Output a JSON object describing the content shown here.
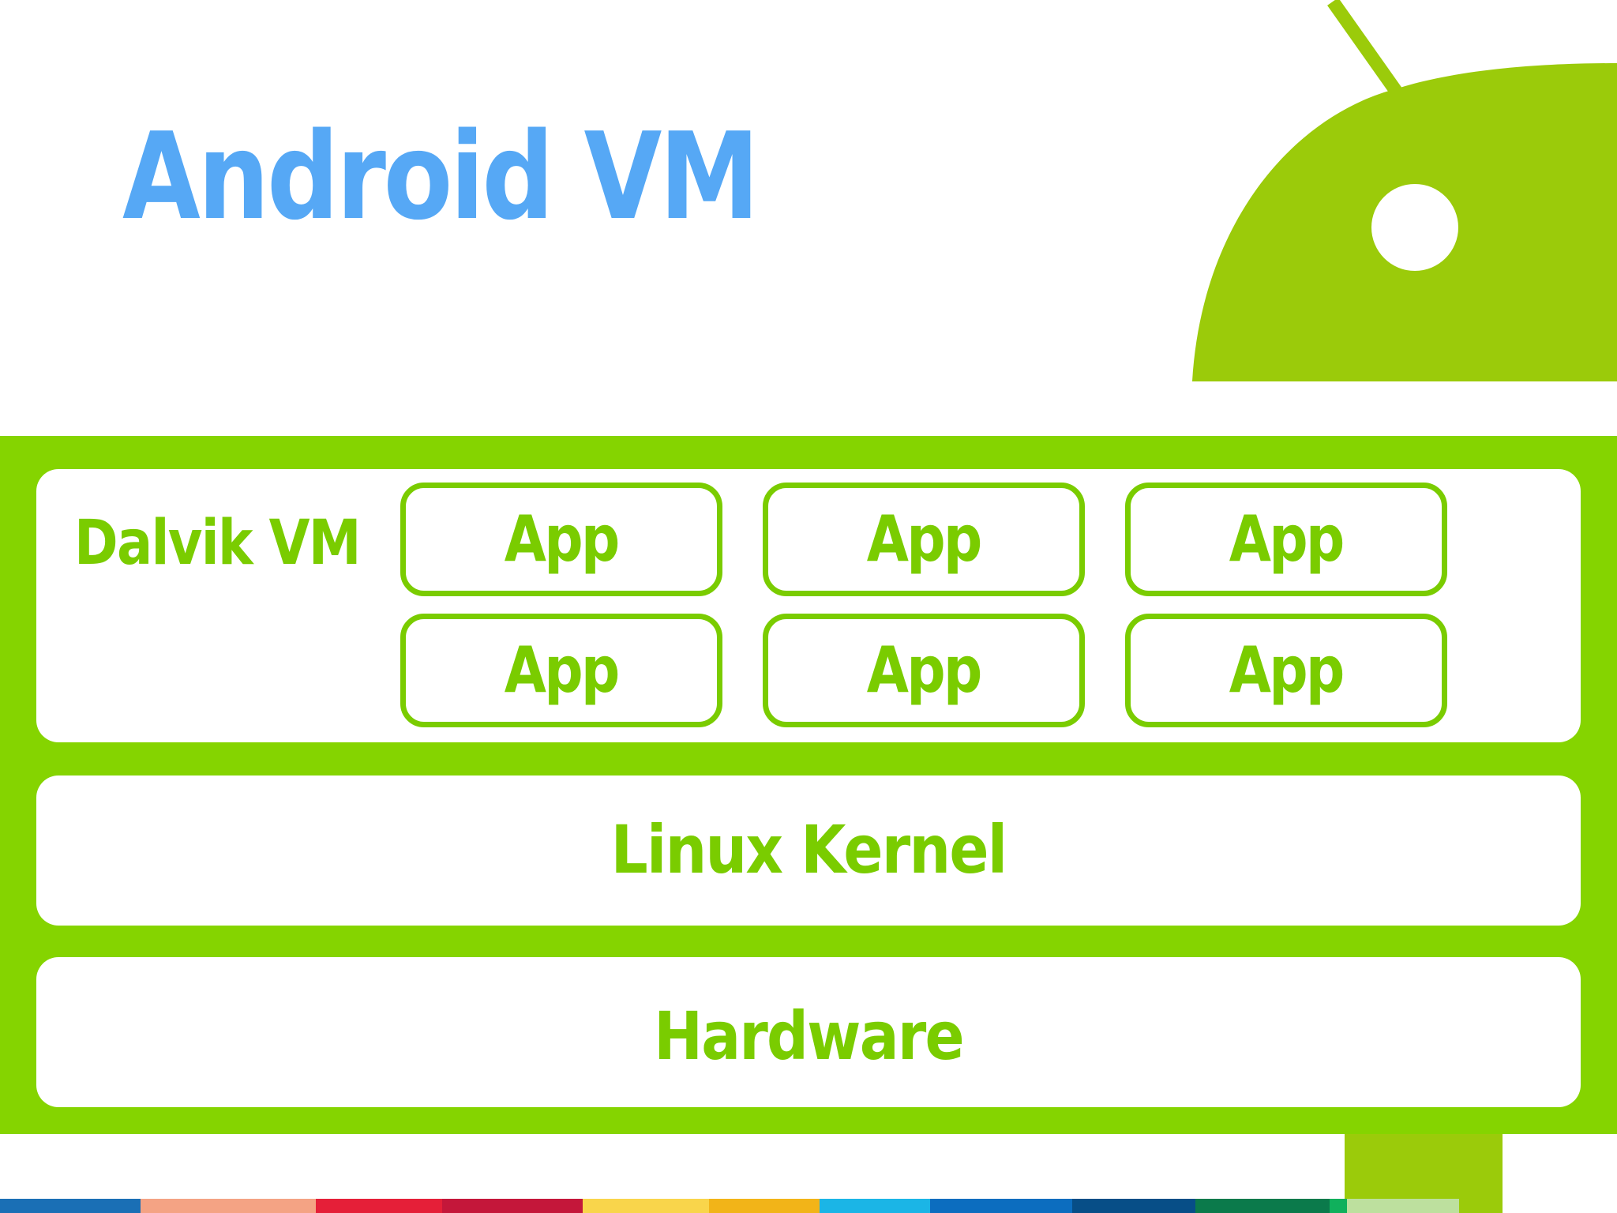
{
  "title": "Android VM",
  "colors": {
    "title": "#56a8f5",
    "android_green": "#9bcb0a",
    "panel_green": "#85d400",
    "label_green": "#7acc00",
    "background": "#ffffff"
  },
  "icons": {
    "robot": "android-robot-icon"
  },
  "diagram": {
    "dalvik": {
      "label": "Dalvik VM",
      "apps": [
        "App",
        "App",
        "App",
        "App",
        "App",
        "App"
      ]
    },
    "kernel": {
      "label": "Linux Kernel"
    },
    "hardware": {
      "label": "Hardware"
    }
  },
  "footer_stripe_colors": [
    "#1a6fb5",
    "#f4a384",
    "#e51f38",
    "#c4173a",
    "#f9d54b",
    "#f2b418",
    "#1bb5e6",
    "#0c6dbf",
    "#074e87",
    "#0b7a4b",
    "#10b05c",
    "#bde09e"
  ]
}
